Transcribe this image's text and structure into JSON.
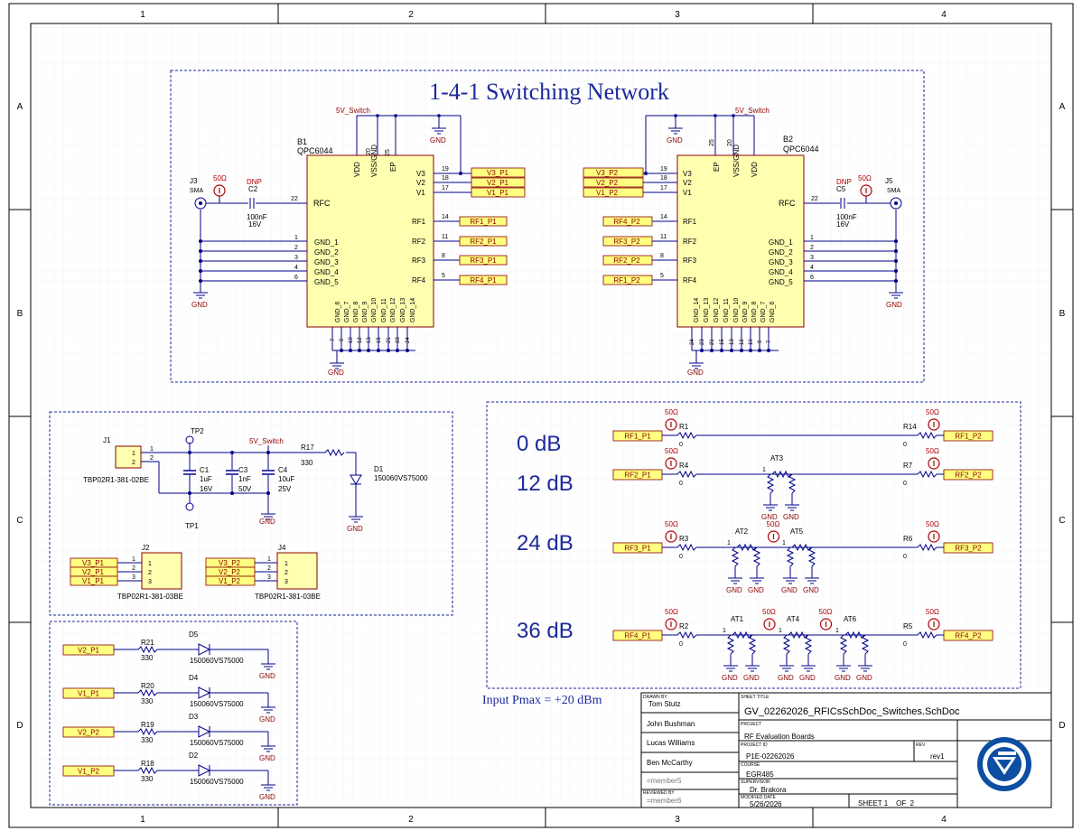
{
  "frame": {
    "cols": [
      "1",
      "2",
      "3",
      "4"
    ],
    "rows": [
      "A",
      "B",
      "C",
      "D"
    ]
  },
  "network": {
    "title": "1-4-1 Switching Network",
    "b1": {
      "ref": "B1",
      "part": "QPC6044",
      "rfc": "RFC",
      "vdd": "VDD",
      "vss": "VSS/GND",
      "ep": "EP",
      "gnd_left": [
        "GND_1",
        "GND_2",
        "GND_3",
        "GND_4",
        "GND_5"
      ],
      "gnd_left_pins": [
        "1",
        "2",
        "3",
        "4",
        "6"
      ],
      "v_labels": [
        "V3",
        "V2",
        "V1"
      ],
      "v_pins": [
        "19",
        "18",
        "17"
      ],
      "rf_labels": [
        "RF1",
        "RF2",
        "RF3",
        "RF4"
      ],
      "rf_pins": [
        "14",
        "11",
        "8",
        "5"
      ],
      "bottom": [
        "GND_6",
        "GND_7",
        "GND_8",
        "GND_9",
        "GND_10",
        "GND_11",
        "GND_12",
        "GND_13",
        "GND_14"
      ],
      "bottom_pins": [
        "7",
        "9",
        "10",
        "12",
        "13",
        "15",
        "21",
        "23",
        "24"
      ],
      "top_pins": [
        "20",
        "25"
      ],
      "rfc_pin": "22",
      "v_nets": [
        "V3_P1",
        "V2_P1",
        "V1_P1"
      ],
      "rf_nets": [
        "RF1_P1",
        "RF2_P1",
        "RF3_P1",
        "RF4_P1"
      ]
    },
    "b2": {
      "ref": "B2",
      "part": "QPC6044",
      "v_nets": [
        "V3_P2",
        "V2_P2",
        "V1_P2"
      ],
      "rf_nets": [
        "RF4_P2",
        "RF3_P2",
        "RF2_P2",
        "RF1_P2"
      ],
      "bottom_pins": [
        "24",
        "23",
        "21",
        "15",
        "13",
        "12",
        "10",
        "9",
        "7"
      ],
      "top_pins": [
        "25",
        "20"
      ]
    },
    "power": "5V_Switch",
    "gnd": "GND",
    "j3": {
      "ref": "J3",
      "type": "SMA"
    },
    "j5": {
      "ref": "J5",
      "type": "SMA"
    },
    "c2": {
      "ref": "C2",
      "value": "100nF",
      "volt": "16V",
      "dnp": "DNP"
    },
    "c5": {
      "ref": "C5",
      "value": "100nF",
      "volt": "16V",
      "dnp": "DNP"
    },
    "ohm": "50Ω"
  },
  "power_block": {
    "j1": {
      "ref": "J1",
      "part": "TBP02R1-381-02BE",
      "pins": [
        "1",
        "2"
      ]
    },
    "tp2": "TP2",
    "tp1": "TP1",
    "c1": {
      "ref": "C1",
      "value": "1uF",
      "volt": "16V"
    },
    "c3": {
      "ref": "C3",
      "value": "1nF",
      "volt": "50V"
    },
    "c4": {
      "ref": "C4",
      "value": "10uF",
      "volt": "25V"
    },
    "r17": {
      "ref": "R17",
      "value": "330"
    },
    "d1": {
      "ref": "D1",
      "part": "150060VS75000"
    },
    "net": "5V_Switch",
    "j2": {
      "ref": "J2",
      "part": "TBP02R1-381-03BE",
      "nets": [
        "V3_P1",
        "V2_P1",
        "V1_P1"
      ],
      "pins": [
        "1",
        "2",
        "3"
      ]
    },
    "j4": {
      "ref": "J4",
      "part": "TBP02R1-381-03BE",
      "nets": [
        "V3_P2",
        "V2_P2",
        "V1_P2"
      ],
      "pins": [
        "1",
        "2",
        "3"
      ]
    }
  },
  "led_block": {
    "rows": [
      {
        "net": "V2_P1",
        "res": "R21",
        "val": "330",
        "led": "D5",
        "part": "150060VS75000"
      },
      {
        "net": "V1_P1",
        "res": "R20",
        "val": "330",
        "led": "D4",
        "part": "150060VS75000"
      },
      {
        "net": "V2_P2",
        "res": "R19",
        "val": "330",
        "led": "D3",
        "part": "150060VS75000"
      },
      {
        "net": "V1_P2",
        "res": "R18",
        "val": "330",
        "led": "D2",
        "part": "150060VS75000"
      }
    ]
  },
  "attenuators": {
    "rows": [
      {
        "db": "0 dB",
        "in": "RF1_P1",
        "out": "RF1_P2",
        "rin": "R1",
        "rout": "R14",
        "atts": []
      },
      {
        "db": "12 dB",
        "in": "RF2_P1",
        "out": "RF2_P2",
        "rin": "R4",
        "rout": "R7",
        "atts": [
          "AT3"
        ]
      },
      {
        "db": "24 dB",
        "in": "RF3_P1",
        "out": "RF3_P2",
        "rin": "R3",
        "rout": "R6",
        "atts": [
          "AT2",
          "AT5"
        ]
      },
      {
        "db": "36 dB",
        "in": "RF4_P1",
        "out": "RF4_P2",
        "rin": "R2",
        "rout": "R5",
        "atts": [
          "AT1",
          "AT4",
          "AT6"
        ]
      }
    ],
    "zero": "0",
    "note": "Input Pmax = +20 dBm"
  },
  "title_block": {
    "drawn_by_label": "DRAWN BY",
    "names": [
      "Tom Stutz",
      "John Bushman",
      "Lucas Williams",
      "Ben McCarthy",
      "=member5"
    ],
    "reviewed_label": "REVIEWED BY",
    "reviewed": "=member6",
    "sheet_title_label": "SHEET TITLE",
    "sheet_title": "GV_02262026_RFICsSchDoc_Switches.SchDoc",
    "project_label": "PROJECT",
    "project": "RF Evaluation Boards",
    "project_id_label": "PROJECT ID",
    "project_id": "P1E-02262026",
    "rev_label": "REV",
    "rev": "rev1",
    "course_label": "COURSE",
    "course": "EGR485",
    "supervisor_label": "SUPERVISOR",
    "supervisor": "Dr. Brakora",
    "modified_label": "MODIFIED DATE",
    "modified": "5/26/2026",
    "sheet": "SHEET 1    OF  2"
  },
  "colors": {
    "wire": "#00008b",
    "part": "#8b0000",
    "body": "#ffffb0",
    "net": "#ffff80",
    "frame": "#000000"
  }
}
